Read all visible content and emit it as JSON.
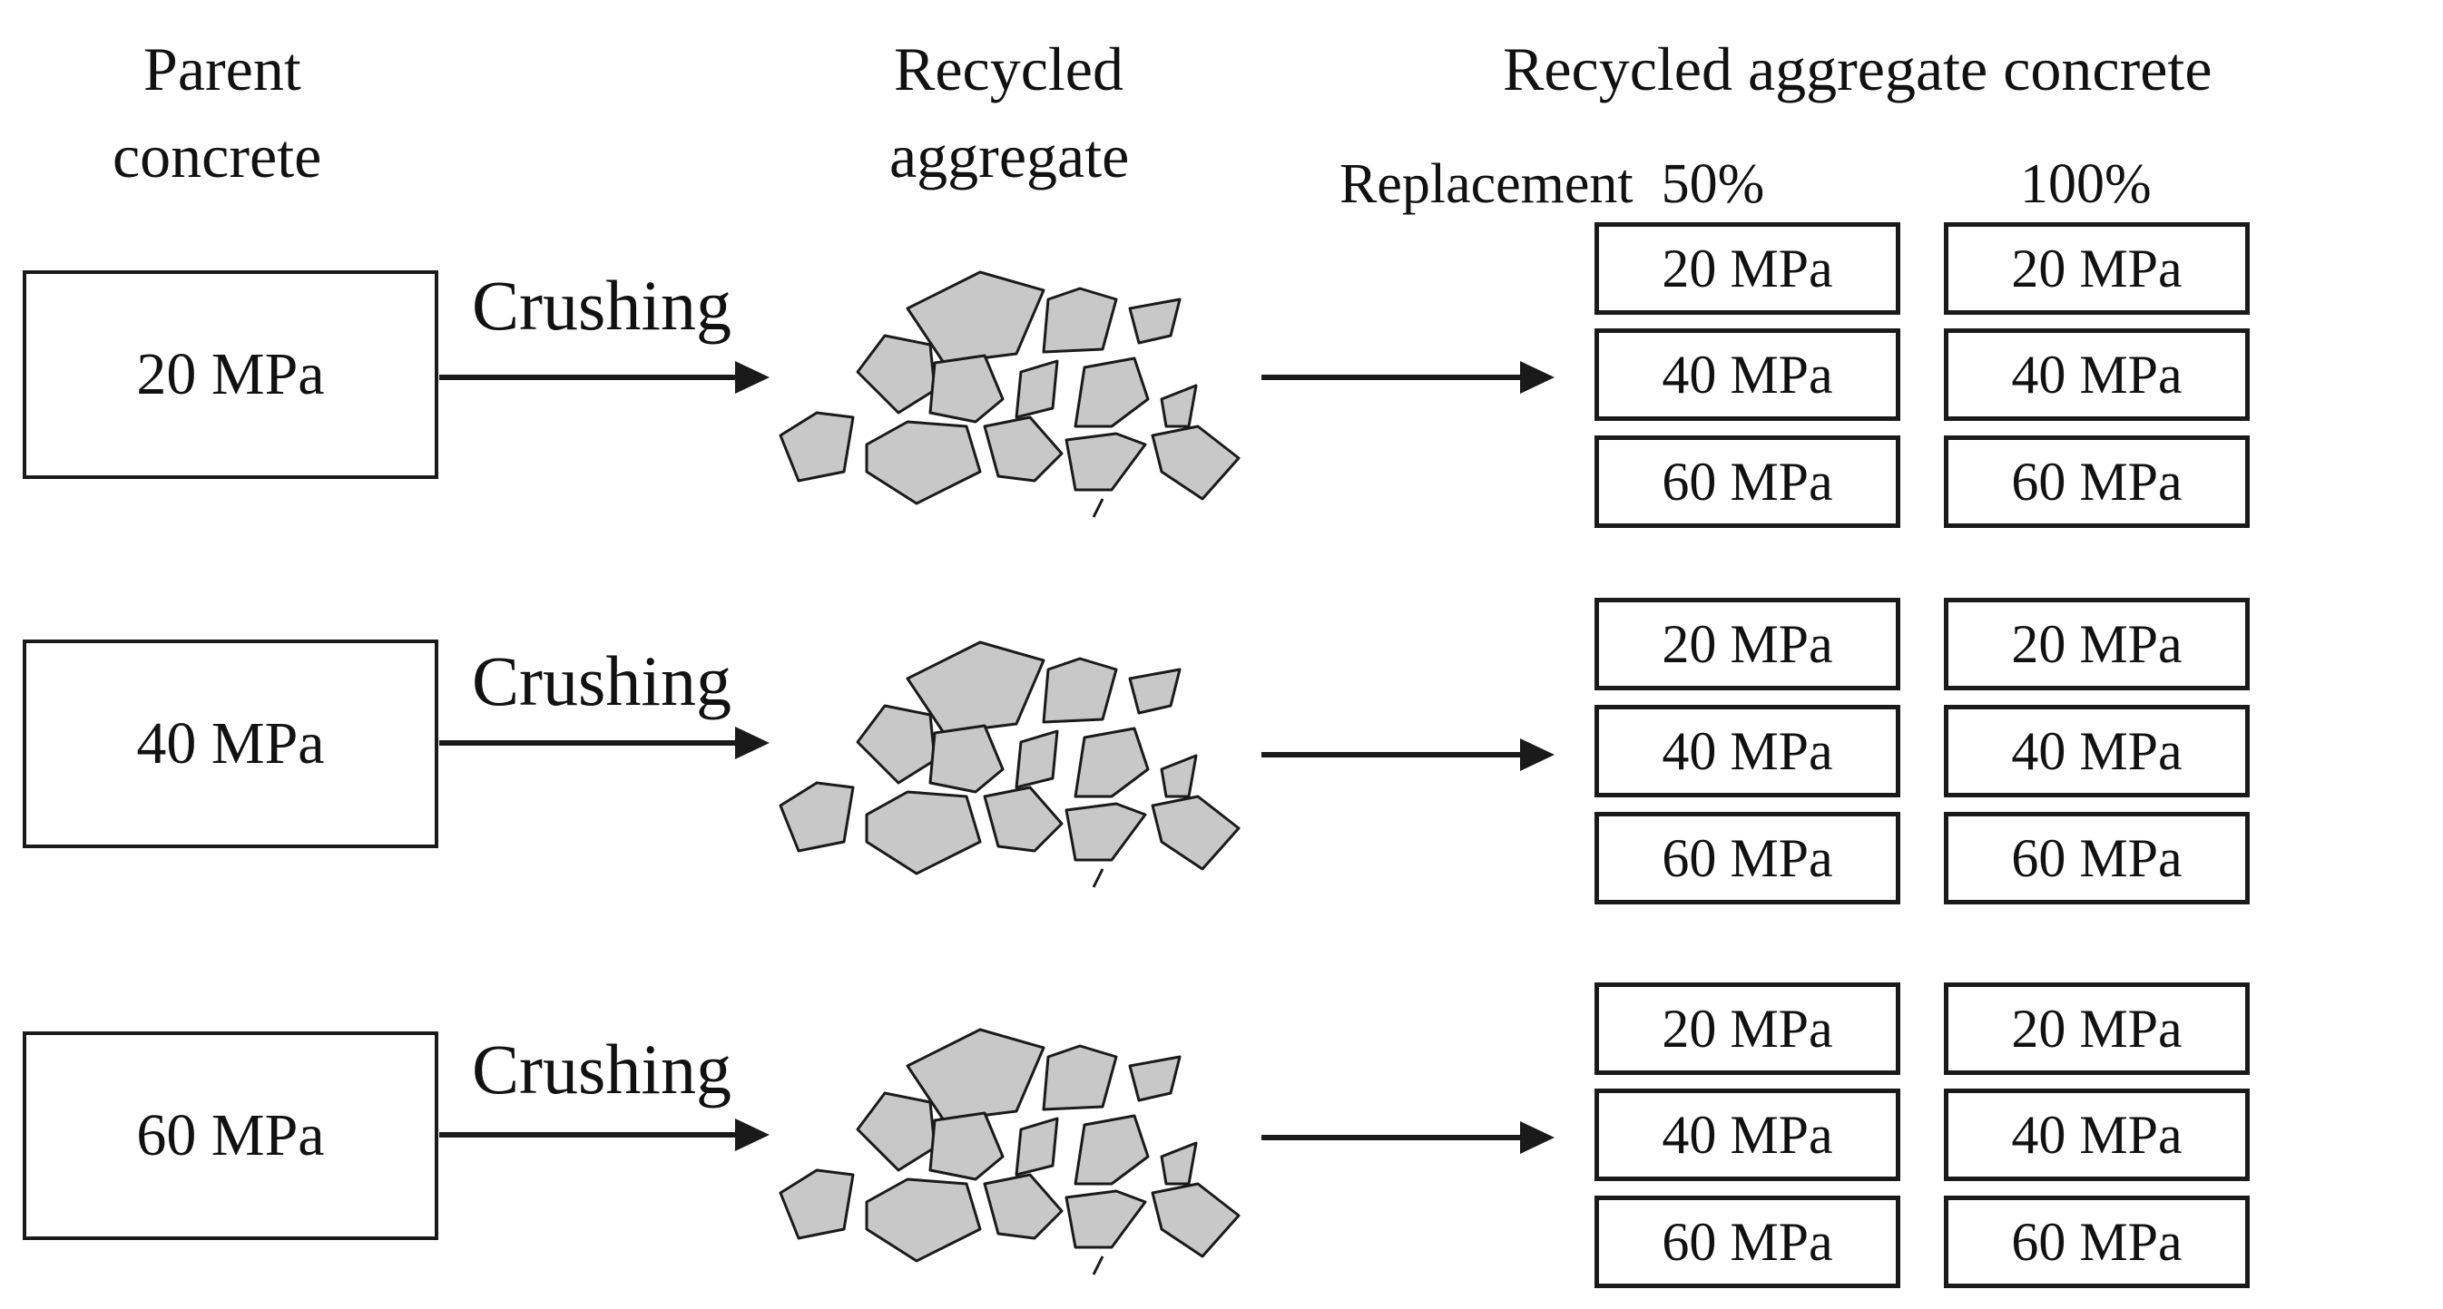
{
  "headers": {
    "parent_line1": "Parent",
    "parent_line2": "concrete",
    "recycled_line1": "Recycled",
    "recycled_line2": "aggregate",
    "rac": "Recycled aggregate concrete",
    "replacement_50": "Replacement  50%",
    "replacement_100": "100%"
  },
  "process_label": "Crushing",
  "rows": [
    {
      "parent": "20 MPa",
      "col50": [
        "20 MPa",
        "40 MPa",
        "60 MPa"
      ],
      "col100": [
        "20 MPa",
        "40 MPa",
        "60 MPa"
      ]
    },
    {
      "parent": "40 MPa",
      "col50": [
        "20 MPa",
        "40 MPa",
        "60 MPa"
      ],
      "col100": [
        "20 MPa",
        "40 MPa",
        "60 MPa"
      ]
    },
    {
      "parent": "60 MPa",
      "col50": [
        "20 MPa",
        "40 MPa",
        "60 MPa"
      ],
      "col100": [
        "20 MPa",
        "40 MPa",
        "60 MPa"
      ]
    }
  ],
  "colors": {
    "stroke": "#1a1a1a",
    "aggregate_fill": "#c8c8c8"
  }
}
